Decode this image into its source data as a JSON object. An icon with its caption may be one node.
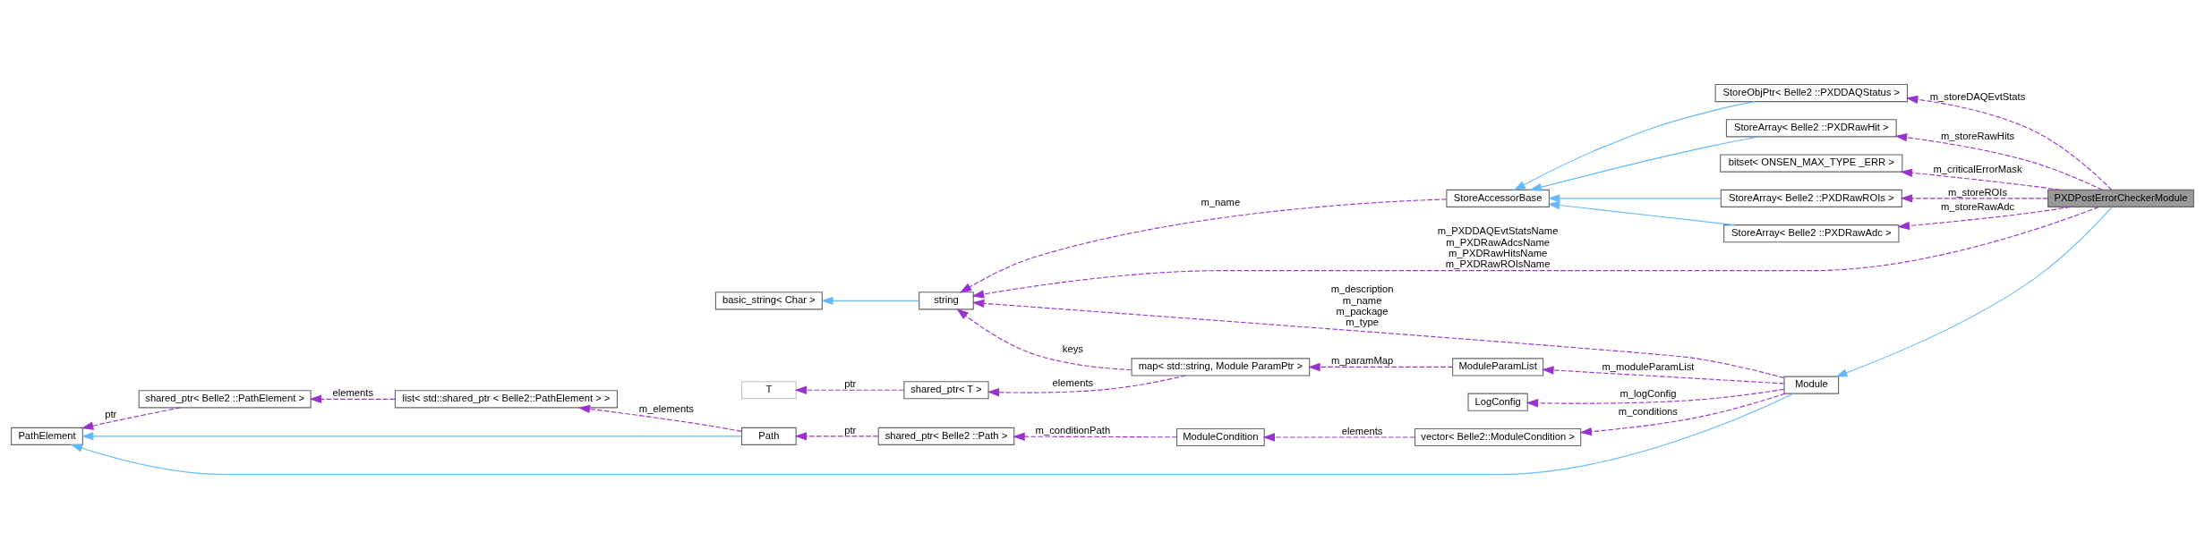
{
  "diagram": {
    "nodes": [
      {
        "text": [
          "PXDPostErrorCheckerModule"
        ]
      },
      {
        "text": [
          "StoreObjPtr< Belle2 ::PXDDAQStatus >"
        ]
      },
      {
        "text": [
          "StoreArray< Belle2 ::PXDRawHit >"
        ]
      },
      {
        "text": [
          "bitset< ONSEN_MAX_TYPE _ERR >"
        ]
      },
      {
        "text": [
          "StoreArray< Belle2 ::PXDRawROIs >"
        ]
      },
      {
        "text": [
          "StoreArray< Belle2 ::PXDRawAdc >"
        ]
      },
      {
        "text": [
          "StoreAccessorBase"
        ]
      },
      {
        "text": [
          "string"
        ]
      },
      {
        "text": [
          "basic_string< Char >"
        ]
      },
      {
        "text": [
          "Module"
        ]
      },
      {
        "text": [
          "map< std::string, Module ParamPtr >"
        ]
      },
      {
        "text": [
          "ModuleParamList"
        ]
      },
      {
        "text": [
          "LogConfig"
        ]
      },
      {
        "text": [
          "T"
        ]
      },
      {
        "text": [
          "shared_ptr< T >"
        ]
      },
      {
        "text": [
          "vector< Belle2::ModuleCondition >"
        ]
      },
      {
        "text": [
          "ModuleCondition"
        ]
      },
      {
        "text": [
          "shared_ptr< Belle2 ::Path >"
        ]
      },
      {
        "text": [
          "Path"
        ]
      },
      {
        "text": [
          "list< std::shared_ptr < Belle2::PathElement > >"
        ]
      },
      {
        "text": [
          "shared_ptr< Belle2 ::PathElement >"
        ]
      },
      {
        "text": [
          "PathElement"
        ]
      }
    ],
    "edges": [
      {
        "from": 0,
        "to": 1,
        "arrow": "to",
        "label": "m_storeDAQEvtStats",
        "style": "dashed"
      },
      {
        "from": 0,
        "to": 2,
        "arrow": "to",
        "label": "m_storeRawHits",
        "style": "dashed"
      },
      {
        "from": 0,
        "to": 3,
        "arrow": "to",
        "label": "m_criticalErrorMask",
        "style": "dashed"
      },
      {
        "from": 0,
        "to": 4,
        "arrow": "to",
        "label": "m_storeROIs",
        "style": "dashed"
      },
      {
        "from": 0,
        "to": 5,
        "arrow": "to",
        "label": "m_storeRawAdc",
        "style": "dashed"
      },
      {
        "from": 0,
        "to": 7,
        "arrow": "to",
        "label": "m_PXDDAQEvtStatsName m_PXDRawAdcsName m_PXDRawHitsName m_PXDRawROIsName",
        "style": "dashed"
      },
      {
        "from": 0,
        "to": 9,
        "arrow": "to",
        "color": "#63b8ff"
      },
      {
        "from": 1,
        "to": 6,
        "arrow": "to",
        "color": "#63b8ff"
      },
      {
        "from": 2,
        "to": 6,
        "arrow": "to",
        "color": "#63b8ff"
      },
      {
        "from": 4,
        "to": 6,
        "arrow": "to",
        "color": "#63b8ff"
      },
      {
        "from": 5,
        "to": 6,
        "arrow": "to",
        "color": "#63b8ff"
      },
      {
        "from": 6,
        "to": 7,
        "arrow": "to",
        "label": "m_name",
        "style": "dashed"
      },
      {
        "from": 7,
        "to": 8,
        "arrow": "to",
        "color": "#63b8ff"
      },
      {
        "from": 9,
        "to": 7,
        "arrow": "to",
        "label": "m_description m_name m_package m_type",
        "style": "dashed"
      },
      {
        "from": 9,
        "to": 11,
        "arrow": "to",
        "label": "m_moduleParamList",
        "style": "dashed"
      },
      {
        "from": 9,
        "to": 12,
        "arrow": "to",
        "label": "m_logConfig",
        "style": "dashed"
      },
      {
        "from": 9,
        "to": 15,
        "arrow": "to",
        "label": "m_conditions",
        "style": "dashed"
      },
      {
        "from": 9,
        "to": 21,
        "arrow": "to",
        "color": "#63b8ff"
      },
      {
        "from": 10,
        "to": 7,
        "arrow": "to",
        "label": "keys",
        "style": "dashed"
      },
      {
        "from": 10,
        "to": 14,
        "arrow": "to",
        "label": "elements",
        "style": "dashed"
      },
      {
        "from": 11,
        "to": 10,
        "arrow": "to",
        "label": "m_paramMap",
        "style": "dashed"
      },
      {
        "from": 14,
        "to": 13,
        "arrow": "to",
        "label": "ptr",
        "style": "dashed"
      },
      {
        "from": 15,
        "to": 16,
        "arrow": "to",
        "label": "elements",
        "style": "dashed"
      },
      {
        "from": 16,
        "to": 17,
        "arrow": "to",
        "label": "m_conditionPath",
        "style": "dashed"
      },
      {
        "from": 17,
        "to": 18,
        "arrow": "to",
        "label": "ptr",
        "style": "dashed"
      },
      {
        "from": 18,
        "to": 19,
        "arrow": "to",
        "label": "m_elements",
        "style": "dashed"
      },
      {
        "from": 18,
        "to": 21,
        "arrow": "to",
        "color": "#63b8ff"
      },
      {
        "from": 19,
        "to": 20,
        "arrow": "to",
        "label": "elements",
        "style": "dashed"
      },
      {
        "from": 20,
        "to": 21,
        "arrow": "to",
        "label": "ptr",
        "style": "dashed"
      }
    ]
  }
}
